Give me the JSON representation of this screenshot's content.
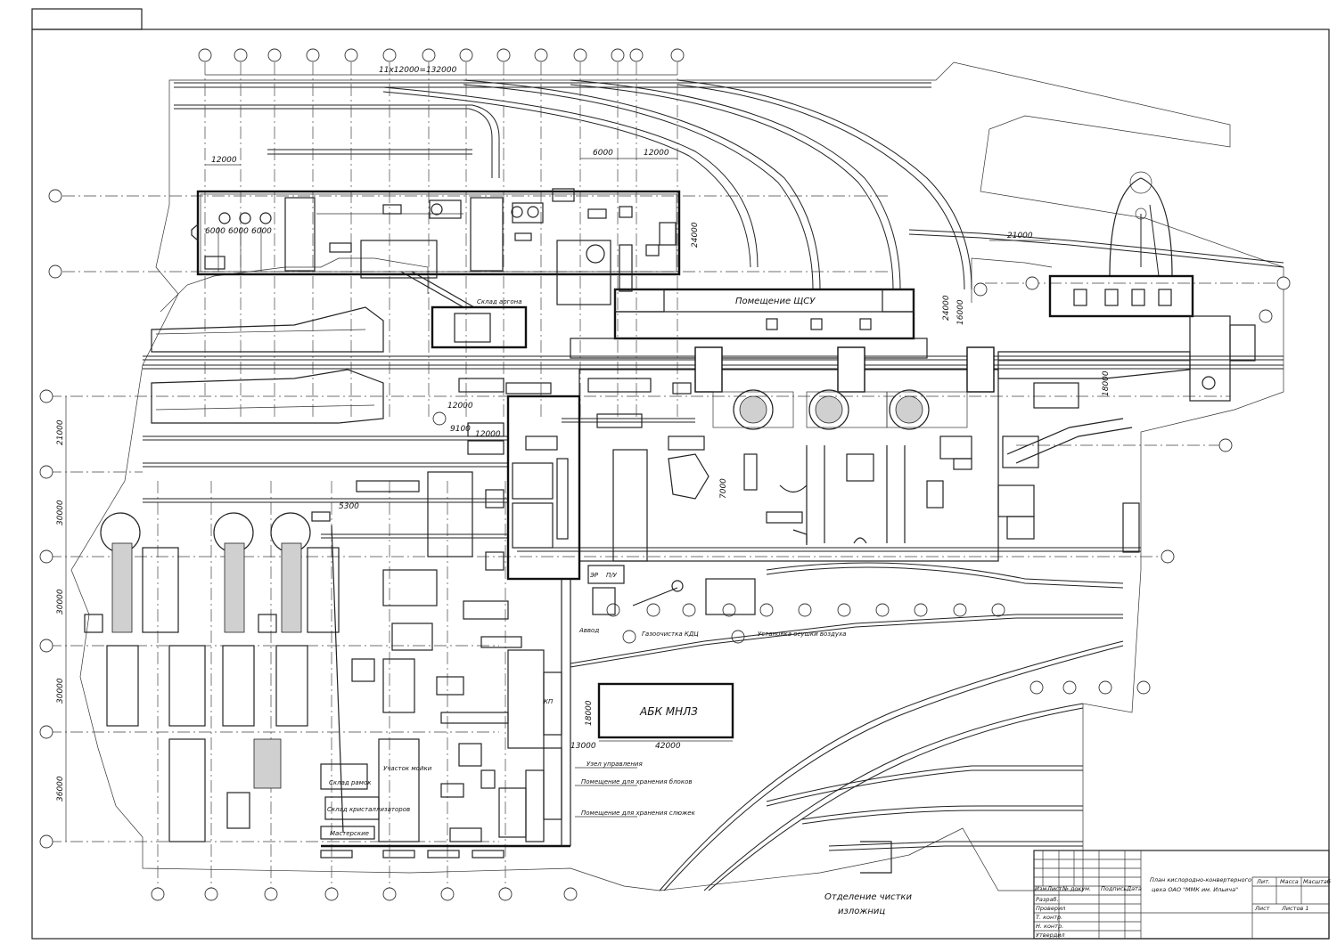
{
  "drawing": {
    "labels": {
      "span_total": "11x12000=132000",
      "dim_12000_a": "12000",
      "dim_6000_top": "6000",
      "dim_12000_top": "12000",
      "dim_6000_1": "6000",
      "dim_6000_2": "6000",
      "dim_6000_3": "6000",
      "dim_24000_a": "24000",
      "dim_24000_b": "24000",
      "dim_16000": "16000",
      "dim_21000_right": "21000",
      "dim_18000_right": "18000",
      "dim_21000_left": "21000",
      "dim_30000_a": "30000",
      "dim_30000_b": "30000",
      "dim_30000_c": "30000",
      "dim_36000": "36000",
      "dim_12000_mid": "12000",
      "dim_9100": "9100",
      "dim_12000_mid2": "12000",
      "dim_5300": "5300",
      "dim_7000": "7000",
      "dim_18000_abk": "18000",
      "dim_13000": "13000",
      "dim_42000": "42000",
      "room_schsu": "Помещение ЩСУ",
      "abk": "АБК МНЛЗ",
      "sklad_argon": "Склад аргона",
      "ustanovka_vozdukh": "Установка осушки воздуха",
      "gazoochistka": "Газоочистка КДЦ",
      "uzel_upravleniya": "Узел управления",
      "pomeshchenie_blokov": "Помещение для хранения блоков",
      "pomeshchenie_slyozhek": "Помещение для хранения слюжек",
      "sklad_ramok": "Склад рамок",
      "sklad_kristallizatorov": "Склад кристаллизаторов",
      "masterskie": "Мастерские",
      "uchastok_moiki": "Участок мойки",
      "otdelenie_chistki": "Отделение чистки",
      "izlozhnits": "изложниц",
      "kp": "КП",
      "avvod": "Аввод",
      "er_label": "ЭР",
      "pu_label": "П/У"
    },
    "title_block": {
      "title_line1": "План кислородно-конвертерного",
      "title_line2": "цеха ОАО \"ММК им. Ильича\"",
      "lit": "Лит.",
      "massa": "Масса",
      "masshtab": "Масштаб",
      "list": "Лист",
      "listov": "Листов 1",
      "izm": "Изм",
      "list_col": "Лист",
      "n_dokum": "№ докум.",
      "podpis": "Подпись",
      "data": "Дата",
      "razrab": "Разраб.",
      "proveril": "Проверил",
      "t_kontr": "Т. контр.",
      "n_kontr": "Н. контр.",
      "utverdil": "Утвердил"
    }
  }
}
